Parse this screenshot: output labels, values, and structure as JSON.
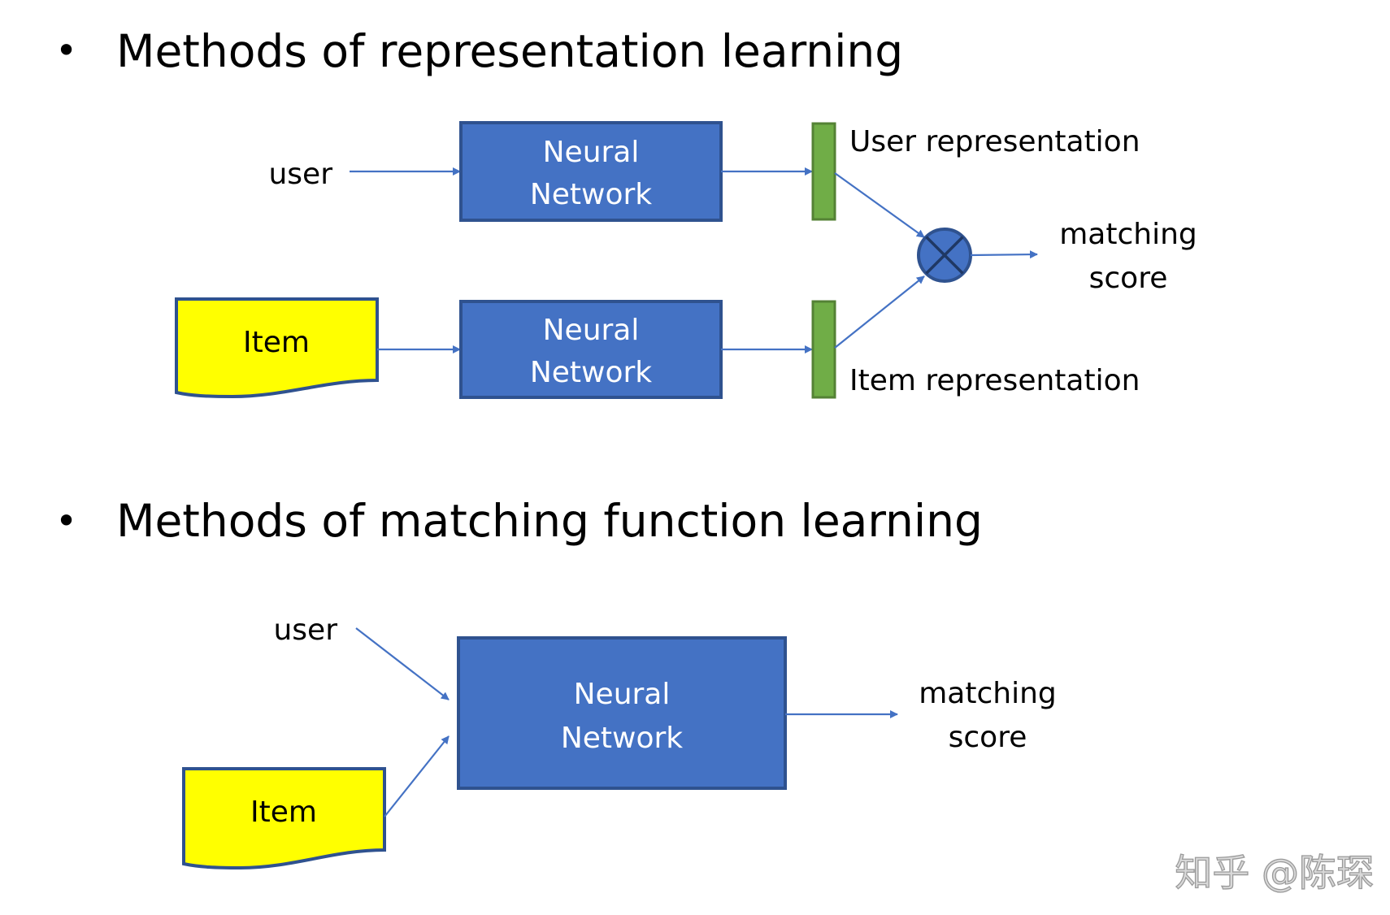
{
  "sections": [
    {
      "bullet": "•",
      "title": "Methods of representation learning",
      "user_label": "user",
      "item_label": "Item",
      "user_network_label": [
        "Neural",
        "Network"
      ],
      "item_network_label": [
        "Neural",
        "Network"
      ],
      "user_representation_label": "User representation",
      "item_representation_label": "Item representation",
      "score_label": [
        "matching",
        "score"
      ]
    },
    {
      "bullet": "•",
      "title": "Methods of matching function learning",
      "user_label": "user",
      "item_label": "Item",
      "network_label": [
        "Neural",
        "Network"
      ],
      "score_label": [
        "matching",
        "score"
      ]
    }
  ],
  "operator_icon": "circled-times-icon",
  "watermark": "知乎 @陈琛",
  "colors": {
    "network_fill": "#4472c4",
    "vector_fill": "#70ad47",
    "item_fill": "#ffff00",
    "arrow": "#4472c4"
  }
}
